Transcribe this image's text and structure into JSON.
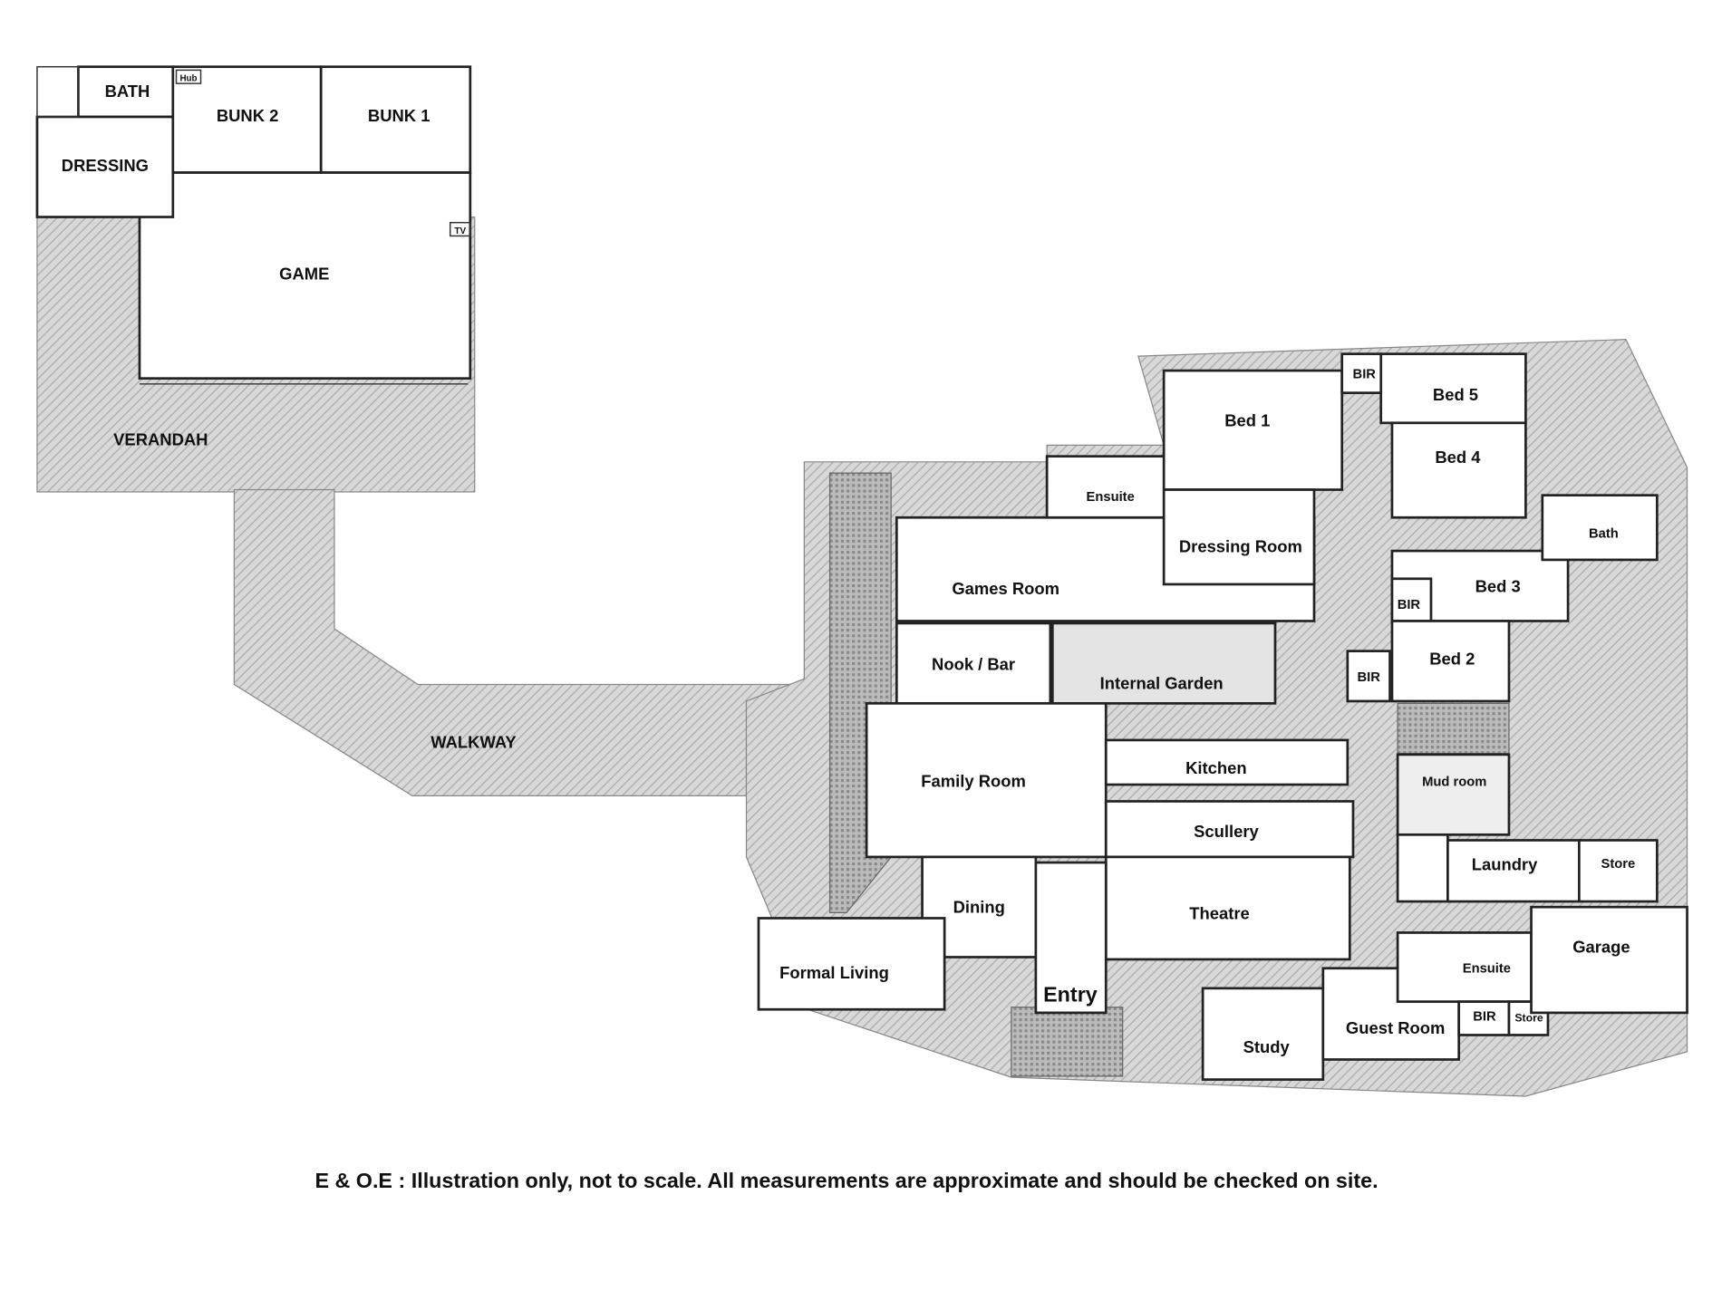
{
  "outbuilding": {
    "rooms": {
      "bath": "BATH",
      "bunk2": "BUNK 2",
      "bunk1": "BUNK 1",
      "dressing": "DRESSING",
      "game": "GAME",
      "verandah": "VERANDAH",
      "walkway": "WALKWAY"
    },
    "fixtures": {
      "hub": "Hub",
      "tv": "TV"
    }
  },
  "main_house": {
    "rooms": {
      "bed1": "Bed 1",
      "bed2": "Bed 2",
      "bed3": "Bed 3",
      "bed4": "Bed 4",
      "bed5": "Bed 5",
      "bir1": "BIR",
      "bir2": "BIR",
      "bir3": "BIR",
      "bir4": "BIR",
      "ensuite1": "Ensuite",
      "ensuite2": "Ensuite",
      "dressing_room": "Dressing Room",
      "bath": "Bath",
      "games_room": "Games Room",
      "nook_bar": "Nook / Bar",
      "internal_garden": "Internal Garden",
      "family_room": "Family Room",
      "kitchen": "Kitchen",
      "scullery": "Scullery",
      "theatre": "Theatre",
      "dining": "Dining",
      "formal_living": "Formal Living",
      "entry": "Entry",
      "study": "Study",
      "guest_room": "Guest Room",
      "mud_room": "Mud room",
      "laundry": "Laundry",
      "store1": "Store",
      "store2": "Store",
      "garage": "Garage"
    }
  },
  "disclaimer": "E & O.E : Illustration only, not to scale. All measurements are approximate and should be checked on site."
}
